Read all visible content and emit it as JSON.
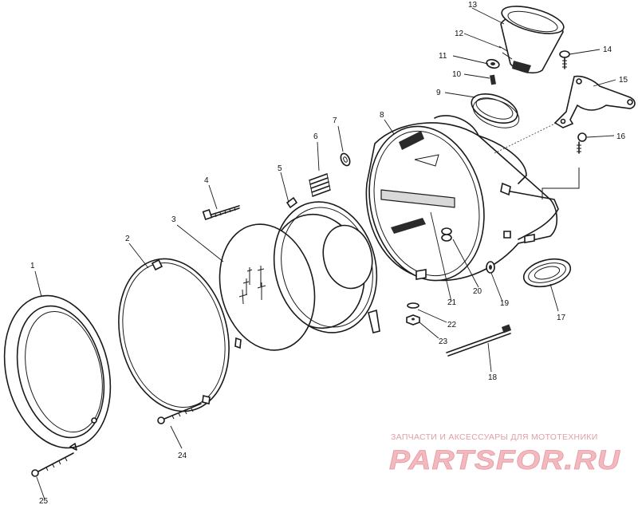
{
  "callouts": [
    "1",
    "2",
    "3",
    "4",
    "5",
    "6",
    "7",
    "8",
    "9",
    "10",
    "11",
    "12",
    "13",
    "14",
    "15",
    "16",
    "17",
    "18",
    "19",
    "20",
    "21",
    "22",
    "23",
    "24",
    "25"
  ],
  "watermark": {
    "tagline": "ЗАПЧАСТИ И АКСЕССУАРЫ ДЛЯ МОТОТЕХНИКИ",
    "logo": "PARTSFOR.RU"
  }
}
